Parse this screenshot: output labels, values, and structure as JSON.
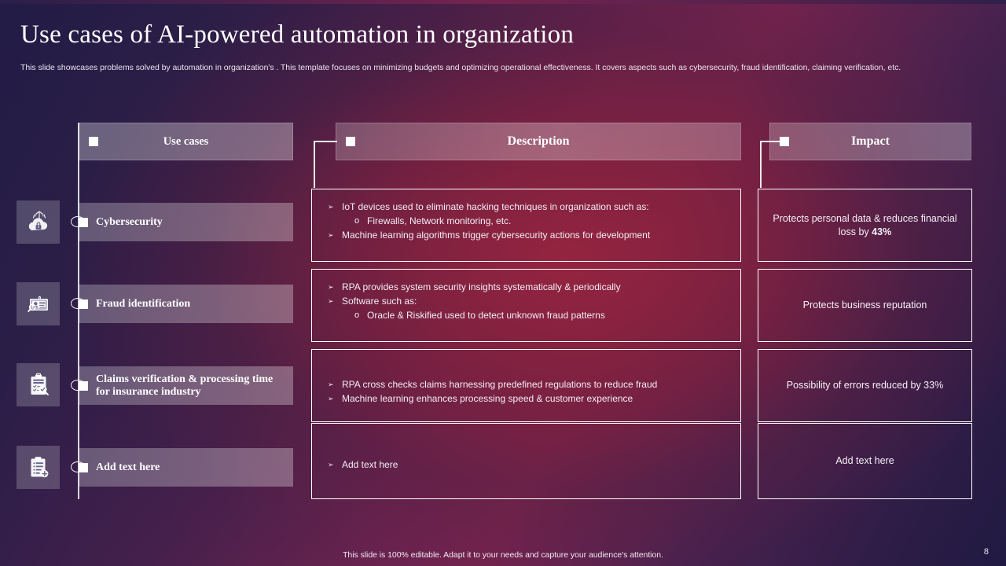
{
  "slide": {
    "title": "Use cases of AI-powered automation in organization",
    "subtitle": "This slide showcases problems solved by automation in organization's . This template focuses on minimizing budgets and optimizing operational effectiveness. It covers aspects such as cybersecurity, fraud identification, claiming verification, etc.",
    "footer_note": "This slide is 100% editable. Adapt it to your needs and capture your audience's attention.",
    "page_number": "8",
    "accent_colors": {
      "background_deep_navy": "#221c46",
      "background_crimson": "#7d2450",
      "panel_overlay_white": "#ffffff",
      "text_primary": "#ffffff",
      "text_secondary": "#e9e4ee"
    }
  },
  "headers": {
    "use_cases": "Use cases",
    "description": "Description",
    "impact": "Impact",
    "bullet_icon": "white-square-bullet-icon"
  },
  "rows": [
    {
      "use_case": "Cybersecurity",
      "icon": "cloud-lock-icon",
      "description_bullets": [
        {
          "level": 1,
          "text": "IoT  devices  used  to eliminate  hacking  techniques  in organization  such as:"
        },
        {
          "level": 2,
          "text": "Firewalls,  Network  monitoring,  etc."
        },
        {
          "level": 1,
          "text": "Machine  learning  algorithms  trigger  cybersecurity  actions  for development"
        }
      ],
      "impact_text": "Protects personal data & reduces financial loss by ",
      "impact_bold": "43%"
    },
    {
      "use_case": "Fraud identification",
      "icon": "id-card-search-icon",
      "description_bullets": [
        {
          "level": 1,
          "text": "RPA provides  system security insights systematically & periodically"
        },
        {
          "level": 1,
          "text": "Software  such as:"
        },
        {
          "level": 2,
          "text": "Oracle  & Riskified  used to detect unknown  fraud  patterns"
        }
      ],
      "impact_text": "Protects business reputation",
      "impact_bold": ""
    },
    {
      "use_case": "Claims verification & processing time for insurance industry",
      "icon": "clipboard-check-search-icon",
      "description_bullets": [
        {
          "level": 1,
          "text": "RPA cross checks claims harnessing  predefined  regulations to reduce fraud"
        },
        {
          "level": 1,
          "text": "Machine  learning  enhances  processing speed  & customer experience"
        }
      ],
      "impact_text": "Possibility of errors reduced by 33%",
      "impact_bold": ""
    },
    {
      "use_case": "Add text here",
      "icon": "clipboard-add-icon",
      "description_bullets": [
        {
          "level": 1,
          "text": "Add text here"
        }
      ],
      "impact_text": "Add text here",
      "impact_bold": ""
    }
  ]
}
